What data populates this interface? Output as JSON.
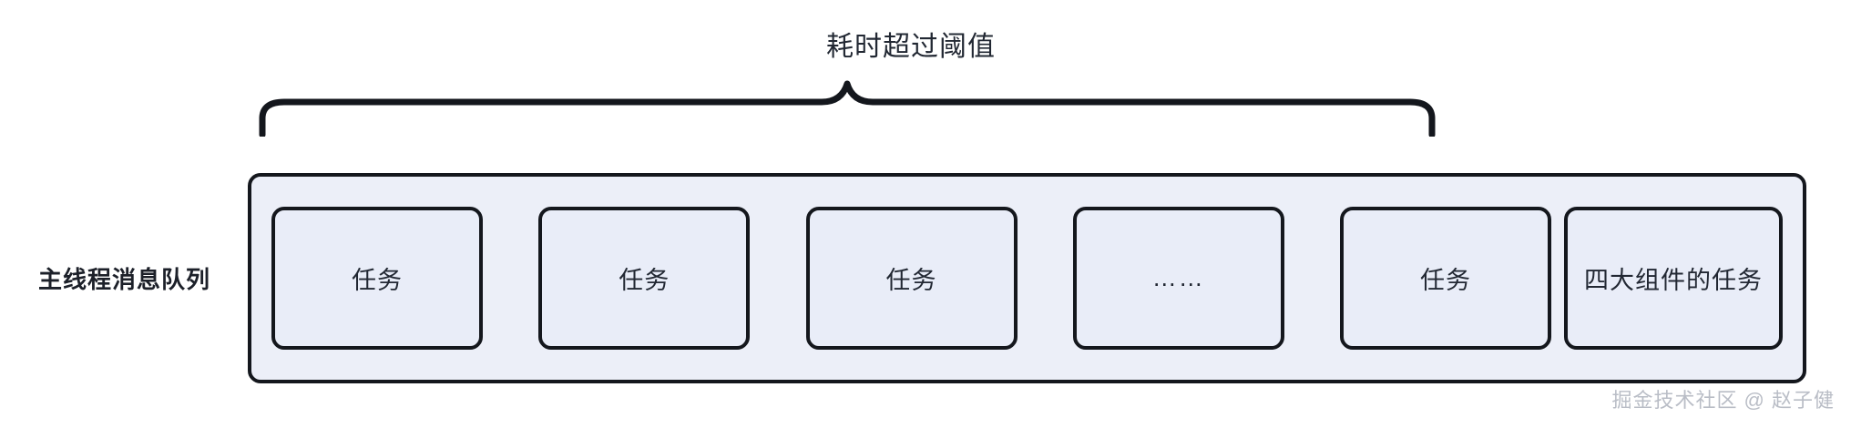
{
  "diagram": {
    "title": "耗时超过阈值",
    "row_label": "主线程消息队列",
    "watermark": "掘金技术社区 @ 赵子健",
    "colors": {
      "stroke": "#14171d",
      "container_fill": "#eceff8",
      "box_fill": "#e9edf8",
      "text": "#222833",
      "watermark": "#b9bdc6",
      "page_background": "#ffffff"
    },
    "brace": {
      "name": "horizontal-curly-brace",
      "spans_boxes": [
        1,
        5
      ],
      "label": "耗时超过阈值"
    },
    "queue": {
      "name": "main-thread-message-queue",
      "boxes": [
        {
          "label": "任务",
          "kind": "task"
        },
        {
          "label": "任务",
          "kind": "task"
        },
        {
          "label": "任务",
          "kind": "task"
        },
        {
          "label": "……",
          "kind": "ellipsis"
        },
        {
          "label": "任务",
          "kind": "task"
        },
        {
          "label": "四大组件的任务",
          "kind": "component-task"
        }
      ]
    }
  }
}
